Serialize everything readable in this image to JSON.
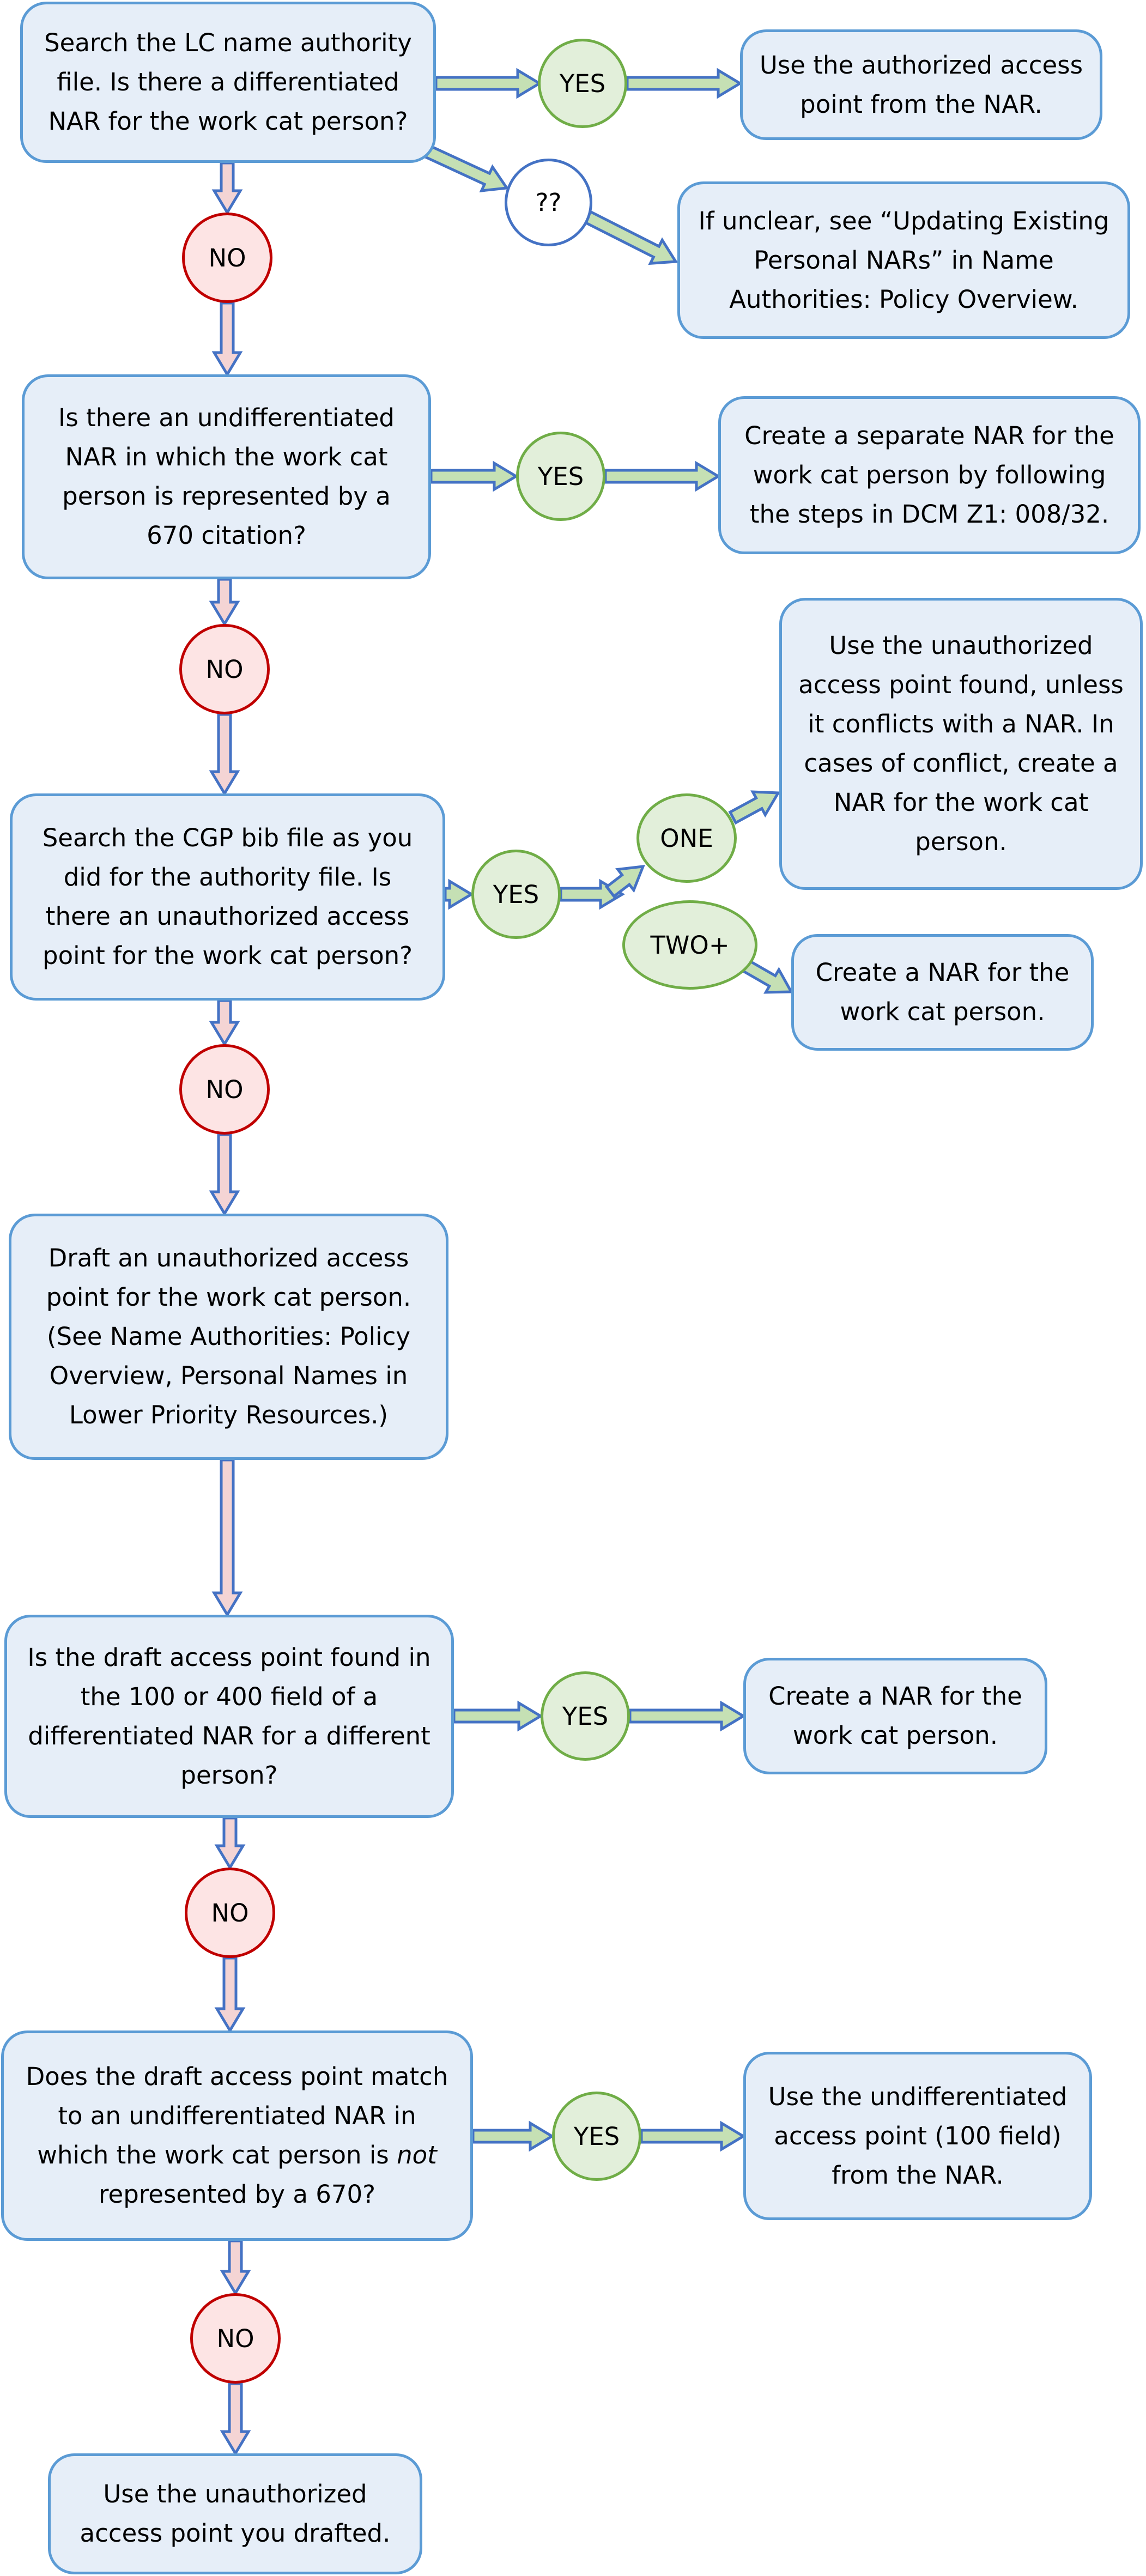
{
  "colors": {
    "box_fill": "#e6eef8",
    "box_border": "#5b9bd5",
    "yes_fill": "#e2efda",
    "yes_border": "#70ad47",
    "no_fill": "#fde4e4",
    "no_border": "#c00000",
    "arrow_h_fill": "#c5e0b4",
    "arrow_v_fill": "#f4d4d4",
    "arrow_border": "#4472c4"
  },
  "steps": {
    "q1": "Search the LC name authority file. Is there a differentiated NAR for the work cat person?",
    "r1": "Use the authorized access point from the NAR.",
    "r1b": "If unclear, see “Updating Existing Personal NARs” in Name Authorities: Policy Overview.",
    "q2": "Is there an undifferentiated NAR in which the work cat person is represented by a 670 citation?",
    "r2": "Create a separate NAR for the work cat person by following the steps in DCM Z1: 008/32.",
    "q3": "Search the CGP bib file as you did for the authority file. Is there an unauthorized access point for the work cat person?",
    "r3a": "Use the unauthorized access point found, unless it conflicts with a NAR. In cases of conflict, create a NAR for the work cat person.",
    "r3b": "Create a NAR for the work cat person.",
    "s4": "Draft an unauthorized access point for the work cat person. (See Name Authorities: Policy Overview, Personal Names in Lower Priority Resources.)",
    "q5": "Is the draft access point found in the 100 or 400 field of a differentiated NAR for a different person?",
    "r5": "Create a NAR for the work cat person.",
    "q6_pre": "Does the draft access point match to an undifferentiated NAR in which the work cat person is ",
    "q6_em": "not",
    "q6_post": " represented by a 670?",
    "r6": "Use the undifferentiated access point (100 field) from the NAR.",
    "end": "Use the unauthorized access point you drafted."
  },
  "labels": {
    "yes": "YES",
    "no": "NO",
    "unclear": "??",
    "one": "ONE",
    "two_plus": "TWO+"
  }
}
